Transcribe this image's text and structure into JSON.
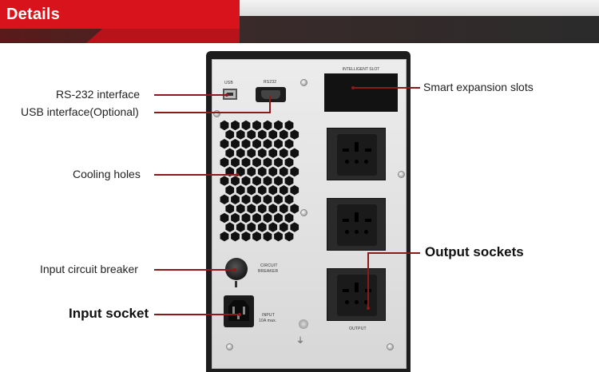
{
  "header": {
    "title": "Details"
  },
  "device": {
    "usb_port_label": "USB",
    "rs232_port_label": "RS232",
    "slot_label": "INTELLIGENT SLOT",
    "breaker_label_line1": "CIRCUIT",
    "breaker_label_line2": "BREAKER",
    "input_label_line1": "INPUT",
    "input_label_line2": "10A max.",
    "output_label": "OUTPUT",
    "ground_symbol": "⏚"
  },
  "callouts": {
    "rs232": "RS-232 interface",
    "usb": "USB interface(Optional)",
    "cooling": "Cooling holes",
    "breaker": "Input circuit breaker",
    "input_socket": "Input socket",
    "smart_slots": "Smart expansion slots",
    "output_sockets": "Output sockets"
  },
  "colors": {
    "accent_red": "#d8131b",
    "callout_line": "#8b1a1a",
    "device_body": "#1d1d1d",
    "panel": "#e6e6e6"
  }
}
